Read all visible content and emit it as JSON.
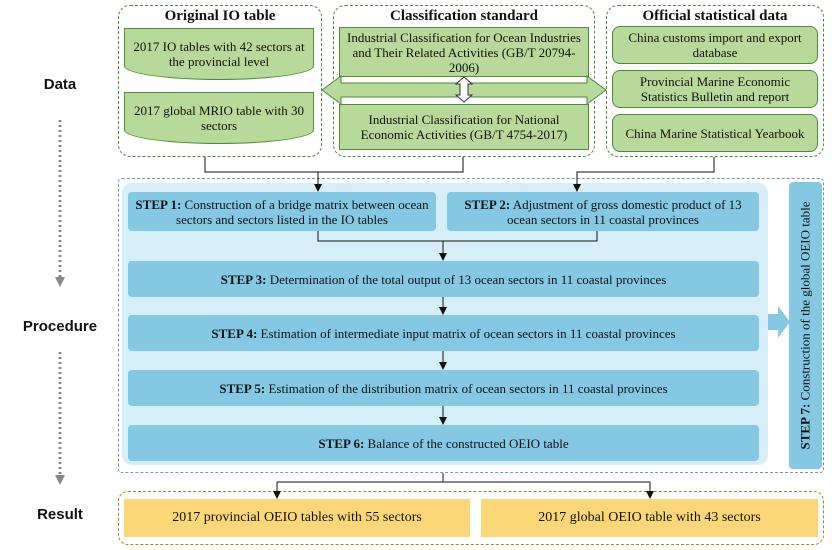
{
  "labels": {
    "data": "Data",
    "procedure": "Procedure",
    "result": "Result"
  },
  "panels": {
    "original": {
      "title": "Original IO table",
      "items": [
        "2017 IO tables with 42 sectors at the provincial level",
        "2017 global MRIO table with 30 sectors"
      ]
    },
    "classification": {
      "title": "Classification standard",
      "items": [
        "Industrial Classification for Ocean Industries and Their Related Activities (GB/T 20794-2006)",
        "Industrial Classification for National Economic Activities (GB/T 4754-2017)"
      ]
    },
    "official": {
      "title": "Official statistical data",
      "items": [
        "China customs import and export database",
        "Provincial Marine Economic Statistics Bulletin and report",
        "China Marine Statistical Yearbook"
      ]
    }
  },
  "steps": {
    "step1": {
      "label": "STEP 1:",
      "text": "Construction of a bridge matrix between ocean sectors and sectors listed in the IO tables"
    },
    "step2": {
      "label": "STEP 2:",
      "text": "Adjustment of gross domestic product of 13 ocean sectors in 11 coastal provinces"
    },
    "step3": {
      "label": "STEP 3:",
      "text": "Determination of the total output of 13 ocean sectors in 11 coastal provinces"
    },
    "step4": {
      "label": "STEP 4:",
      "text": "Estimation of intermediate input matrix of ocean sectors in 11 coastal provinces"
    },
    "step5": {
      "label": "STEP 5:",
      "text": "Estimation of the distribution matrix of ocean sectors in 11 coastal provinces"
    },
    "step6": {
      "label": "STEP 6:",
      "text": "Balance of the constructed OEIO table"
    },
    "step7": {
      "label": "STEP 7:",
      "text": "Construction of the global OEIO table"
    }
  },
  "results": [
    "2017 provincial OEIO tables with 55 sectors",
    "2017 global OEIO table with 43 sectors"
  ],
  "colors": {
    "green_fill": "#b7d99a",
    "green_border": "#4e8a3a",
    "blue_fill": "#84c8e4",
    "blue_panel": "#d6eef8",
    "yellow_fill": "#fbd777",
    "result_border": "#a8862b"
  }
}
